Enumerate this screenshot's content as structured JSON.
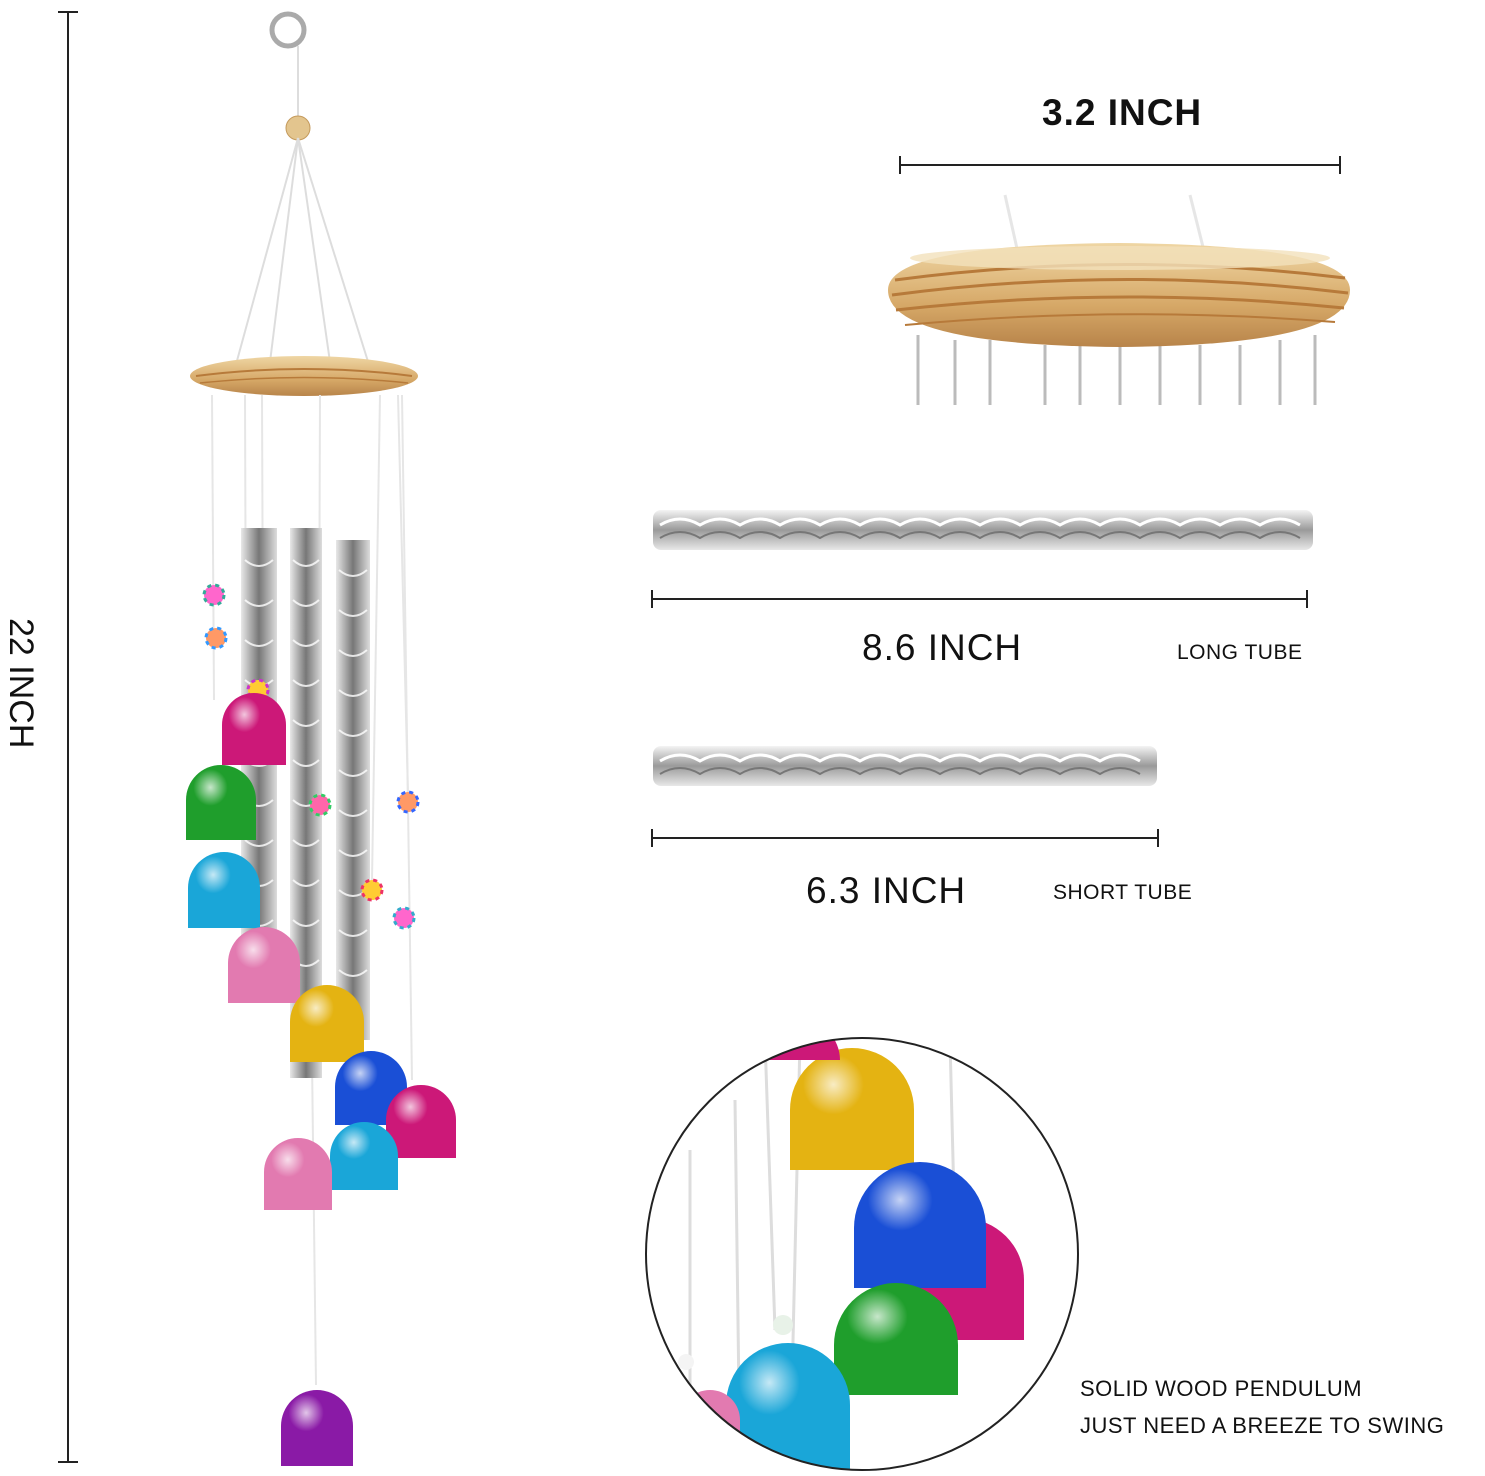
{
  "labels": {
    "height": "22 INCH",
    "top_width": "3.2 INCH",
    "long_length": "8.6 INCH",
    "long_name": "LONG TUBE",
    "short_length": "6.3 INCH",
    "short_name": "SHORT TUBE",
    "caption_line1": "SOLID WOOD PENDULUM",
    "caption_line2": "JUST NEED A BREEZE TO SWING"
  },
  "colors": {
    "wood": "#d9b37a",
    "wood_grain": "#b77a3a",
    "bell_gold": "#e4b312",
    "bell_blue": "#1a4fd6",
    "bell_teal": "#1aa6d8",
    "bell_green": "#1f9e2c",
    "bell_magenta": "#cc1878",
    "bell_pink": "#e27ab0",
    "bell_purple": "#8a1aa6",
    "tube_silver": "#c8c8c8"
  }
}
